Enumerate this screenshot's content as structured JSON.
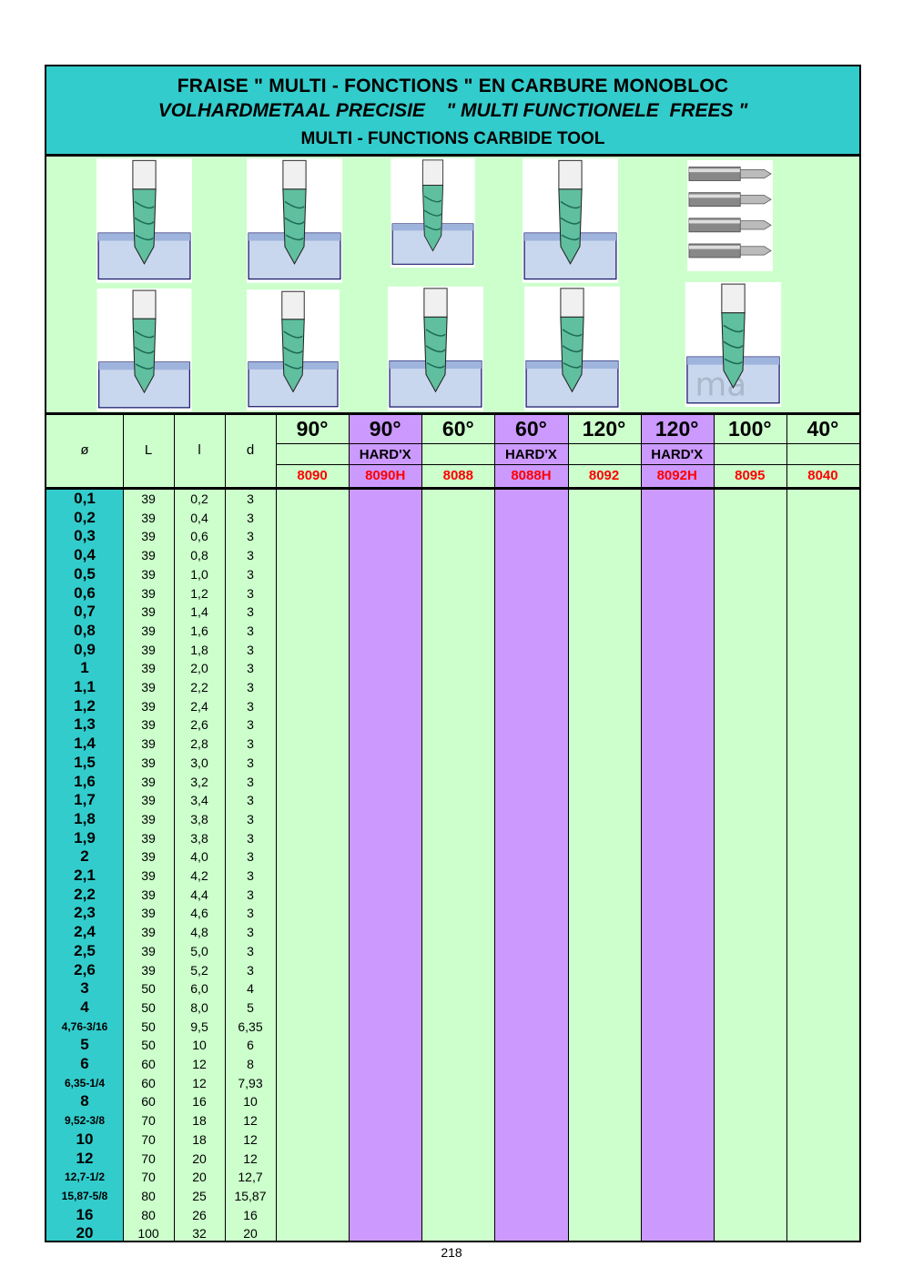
{
  "header": {
    "line1": "FRAISE \" MULTI - FONCTIONS \" EN CARBURE MONOBLOC",
    "line2": "VOLHARDMETAAL PRECISIE    \" MULTI FUNCTIONELE  FREES \"",
    "line3": "MULTI - FUNCTIONS CARBIDE TOOL"
  },
  "images": {
    "illustrations": [
      "drill-bit-chamfer-icon",
      "drill-bit-angled-slot-icon",
      "drill-bit-countersink-icon",
      "drill-bit-edge-chamfer-icon",
      "tool-set-photo-icon",
      "drill-bit-groove-icon",
      "drill-bit-vslot-icon",
      "drill-bit-corner-icon",
      "drill-bit-step-icon",
      "drill-bit-logo-block-icon"
    ]
  },
  "table": {
    "col_headers": {
      "dia": "ø",
      "L": "L",
      "l": "l",
      "d": "d"
    },
    "columns": [
      {
        "angle": "90°",
        "hardx": "",
        "code": "8090"
      },
      {
        "angle": "90°",
        "hardx": "HARD'X",
        "code": "8090H"
      },
      {
        "angle": "60°",
        "hardx": "",
        "code": "8088"
      },
      {
        "angle": "60°",
        "hardx": "HARD'X",
        "code": "8088H"
      },
      {
        "angle": "120°",
        "hardx": "",
        "code": "8092"
      },
      {
        "angle": "120°",
        "hardx": "HARD'X",
        "code": "8092H"
      },
      {
        "angle": "100°",
        "hardx": "",
        "code": "8095"
      },
      {
        "angle": "40°",
        "hardx": "",
        "code": "8040"
      }
    ],
    "rows": [
      {
        "dia": "0,1",
        "L": "39",
        "l": "0,2",
        "d": "3"
      },
      {
        "dia": "0,2",
        "L": "39",
        "l": "0,4",
        "d": "3"
      },
      {
        "dia": "0,3",
        "L": "39",
        "l": "0,6",
        "d": "3"
      },
      {
        "dia": "0,4",
        "L": "39",
        "l": "0,8",
        "d": "3"
      },
      {
        "dia": "0,5",
        "L": "39",
        "l": "1,0",
        "d": "3"
      },
      {
        "dia": "0,6",
        "L": "39",
        "l": "1,2",
        "d": "3"
      },
      {
        "dia": "0,7",
        "L": "39",
        "l": "1,4",
        "d": "3"
      },
      {
        "dia": "0,8",
        "L": "39",
        "l": "1,6",
        "d": "3"
      },
      {
        "dia": "0,9",
        "L": "39",
        "l": "1,8",
        "d": "3"
      },
      {
        "dia": "1",
        "L": "39",
        "l": "2,0",
        "d": "3"
      },
      {
        "dia": "1,1",
        "L": "39",
        "l": "2,2",
        "d": "3"
      },
      {
        "dia": "1,2",
        "L": "39",
        "l": "2,4",
        "d": "3"
      },
      {
        "dia": "1,3",
        "L": "39",
        "l": "2,6",
        "d": "3"
      },
      {
        "dia": "1,4",
        "L": "39",
        "l": "2,8",
        "d": "3"
      },
      {
        "dia": "1,5",
        "L": "39",
        "l": "3,0",
        "d": "3"
      },
      {
        "dia": "1,6",
        "L": "39",
        "l": "3,2",
        "d": "3"
      },
      {
        "dia": "1,7",
        "L": "39",
        "l": "3,4",
        "d": "3"
      },
      {
        "dia": "1,8",
        "L": "39",
        "l": "3,8",
        "d": "3"
      },
      {
        "dia": "1,9",
        "L": "39",
        "l": "3,8",
        "d": "3"
      },
      {
        "dia": "2",
        "L": "39",
        "l": "4,0",
        "d": "3"
      },
      {
        "dia": "2,1",
        "L": "39",
        "l": "4,2",
        "d": "3"
      },
      {
        "dia": "2,2",
        "L": "39",
        "l": "4,4",
        "d": "3"
      },
      {
        "dia": "2,3",
        "L": "39",
        "l": "4,6",
        "d": "3"
      },
      {
        "dia": "2,4",
        "L": "39",
        "l": "4,8",
        "d": "3"
      },
      {
        "dia": "2,5",
        "L": "39",
        "l": "5,0",
        "d": "3"
      },
      {
        "dia": "2,6",
        "L": "39",
        "l": "5,2",
        "d": "3"
      },
      {
        "dia": "3",
        "L": "50",
        "l": "6,0",
        "d": "4"
      },
      {
        "dia": "4",
        "L": "50",
        "l": "8,0",
        "d": "5"
      },
      {
        "dia": "4,76-3/16",
        "L": "50",
        "l": "9,5",
        "d": "6,35"
      },
      {
        "dia": "5",
        "L": "50",
        "l": "10",
        "d": "6"
      },
      {
        "dia": "6",
        "L": "60",
        "l": "12",
        "d": "8"
      },
      {
        "dia": "6,35-1/4",
        "L": "60",
        "l": "12",
        "d": "7,93"
      },
      {
        "dia": "8",
        "L": "60",
        "l": "16",
        "d": "10"
      },
      {
        "dia": "9,52-3/8",
        "L": "70",
        "l": "18",
        "d": "12"
      },
      {
        "dia": "10",
        "L": "70",
        "l": "18",
        "d": "12"
      },
      {
        "dia": "12",
        "L": "70",
        "l": "20",
        "d": "12"
      },
      {
        "dia": "12,7-1/2",
        "L": "70",
        "l": "20",
        "d": "12,7"
      },
      {
        "dia": "15,87-5/8",
        "L": "80",
        "l": "25",
        "d": "15,87"
      },
      {
        "dia": "16",
        "L": "80",
        "l": "26",
        "d": "16"
      },
      {
        "dia": "20",
        "L": "100",
        "l": "32",
        "d": "20"
      }
    ]
  },
  "colors": {
    "header_bg": "#33cccc",
    "body_bg": "#ccffcc",
    "hardx_bg": "#cc99ff",
    "code_color": "#ff0000"
  },
  "footer": {
    "page_number": "218"
  }
}
